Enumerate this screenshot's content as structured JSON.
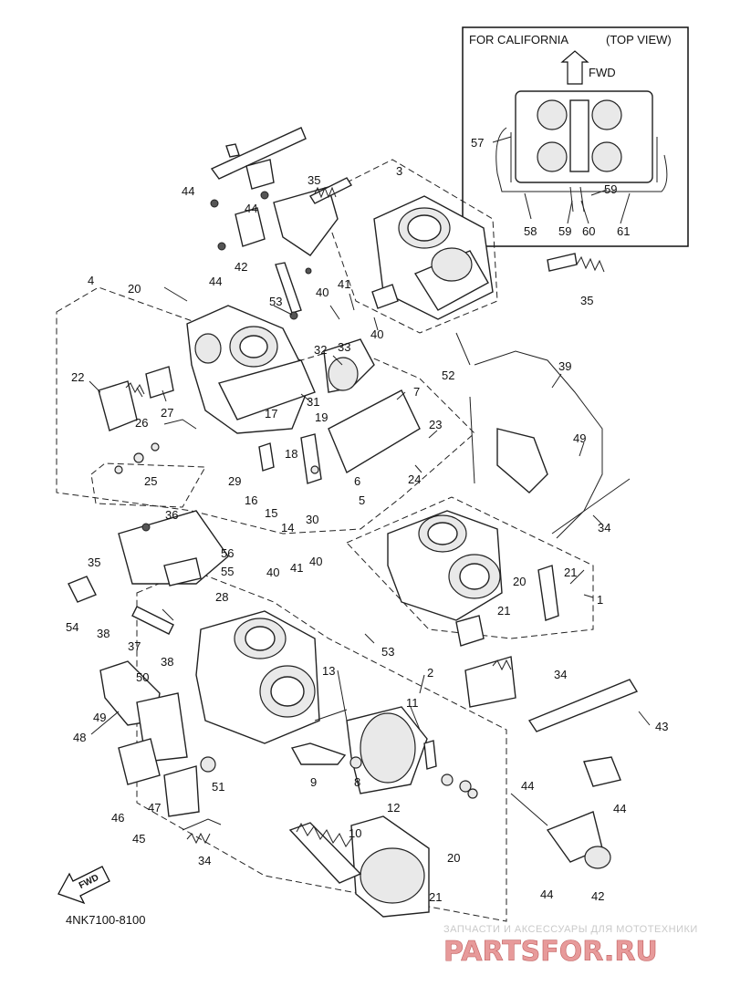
{
  "inset": {
    "title": "FOR CALIFORNIA",
    "view": "(TOP VIEW)",
    "fwd": "FWD",
    "labels": {
      "p57": "57",
      "p58": "58",
      "p59a": "59",
      "p59b": "59",
      "p60": "60",
      "p61": "61"
    }
  },
  "labels": {
    "p1": "1",
    "p2": "2",
    "p3": "3",
    "p4": "4",
    "p5": "5",
    "p6": "6",
    "p7": "7",
    "p8": "8",
    "p9": "9",
    "p10": "10",
    "p11": "11",
    "p12": "12",
    "p13": "13",
    "p14": "14",
    "p15": "15",
    "p16": "16",
    "p17": "17",
    "p18": "18",
    "p19": "19",
    "p20a": "20",
    "p20b": "20",
    "p20c": "20",
    "p21a": "21",
    "p21b": "21",
    "p21c": "21",
    "p22": "22",
    "p23": "23",
    "p24": "24",
    "p25": "25",
    "p26": "26",
    "p27": "27",
    "p28": "28",
    "p29": "29",
    "p30": "30",
    "p31": "31",
    "p32": "32",
    "p33": "33",
    "p34a": "34",
    "p34b": "34",
    "p34c": "34",
    "p35a": "35",
    "p35b": "35",
    "p35c": "35",
    "p36": "36",
    "p37": "37",
    "p38a": "38",
    "p38b": "38",
    "p39": "39",
    "p40a": "40",
    "p40b": "40",
    "p40c": "40",
    "p40d": "40",
    "p41a": "41",
    "p41b": "41",
    "p42a": "42",
    "p42b": "42",
    "p43": "43",
    "p44a": "44",
    "p44b": "44",
    "p44c": "44",
    "p44d": "44",
    "p44e": "44",
    "p44f": "44",
    "p45": "45",
    "p46": "46",
    "p47": "47",
    "p48": "48",
    "p49a": "49",
    "p49b": "49",
    "p50": "50",
    "p51": "51",
    "p52": "52",
    "p53a": "53",
    "p53b": "53",
    "p54": "54",
    "p55": "55",
    "p56": "56"
  },
  "fwd_arrow": "FWD",
  "code": "4NK7100-8100",
  "watermark": {
    "caption": "ЗАПЧАСТИ И АКСЕССУАРЫ ДЛЯ МОТОТЕХНИКИ",
    "logo": "PARTSFOR.RU"
  }
}
